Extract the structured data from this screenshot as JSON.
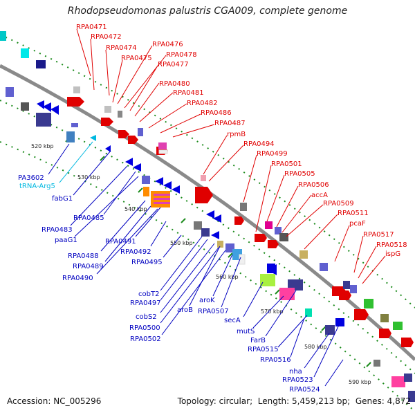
{
  "title": "Rhodopseudomonas palustris CGA009, complete genome",
  "footer": {
    "accession_label": "Accession:",
    "accession": "NC_005296",
    "topology_label": "Topology:",
    "topology": "circular",
    "length_label": "Length:",
    "length": "5,459,213 bp",
    "genes_label": "Genes:",
    "genes": "4,872"
  },
  "colors": {
    "forward_label": "#e00000",
    "reverse_label": "#0000c0",
    "trna_label": "#00b8e0",
    "backbone": "#8a8a8a",
    "tick": "#1a8a1a"
  },
  "kbp_ticks": [
    "520 kbp",
    "530 kbp",
    "540 kbp",
    "550 kbp",
    "560 kbp",
    "570 kbp",
    "580 kbp",
    "590 kbp"
  ],
  "forward_labels": [
    "RPA0471",
    "RPA0472",
    "RPA0474",
    "RPA0475",
    "RPA0476",
    "RPA0478",
    "RPA0477",
    "RPA0480",
    "RPA0481",
    "RPA0482",
    "RPA0486",
    "RPA0487",
    "rpmB",
    "RPA0494",
    "RPA0499",
    "RPA0501",
    "RPA0505",
    "RPA0506",
    "accA",
    "RPA0509",
    "RPA0511",
    "pcaF",
    "RPA0517",
    "RPA0518",
    "ispG"
  ],
  "reverse_labels": [
    "PA3602",
    "tRNA-Arg5",
    "fabG1",
    "RPA0483",
    "RPA0485",
    "paaG1",
    "RPA0488",
    "RPA0489",
    "RPA0490",
    "RPA0491",
    "RPA0492",
    "RPA0495",
    "cobT2",
    "RPA0497",
    "cobS2",
    "RPA0500",
    "RPA0502",
    "aroB",
    "aroK",
    "RPA0507",
    "secA",
    "mutS",
    "FarB",
    "RPA0515",
    "RPA0516",
    "nha",
    "RPA0523",
    "RPA0524"
  ]
}
